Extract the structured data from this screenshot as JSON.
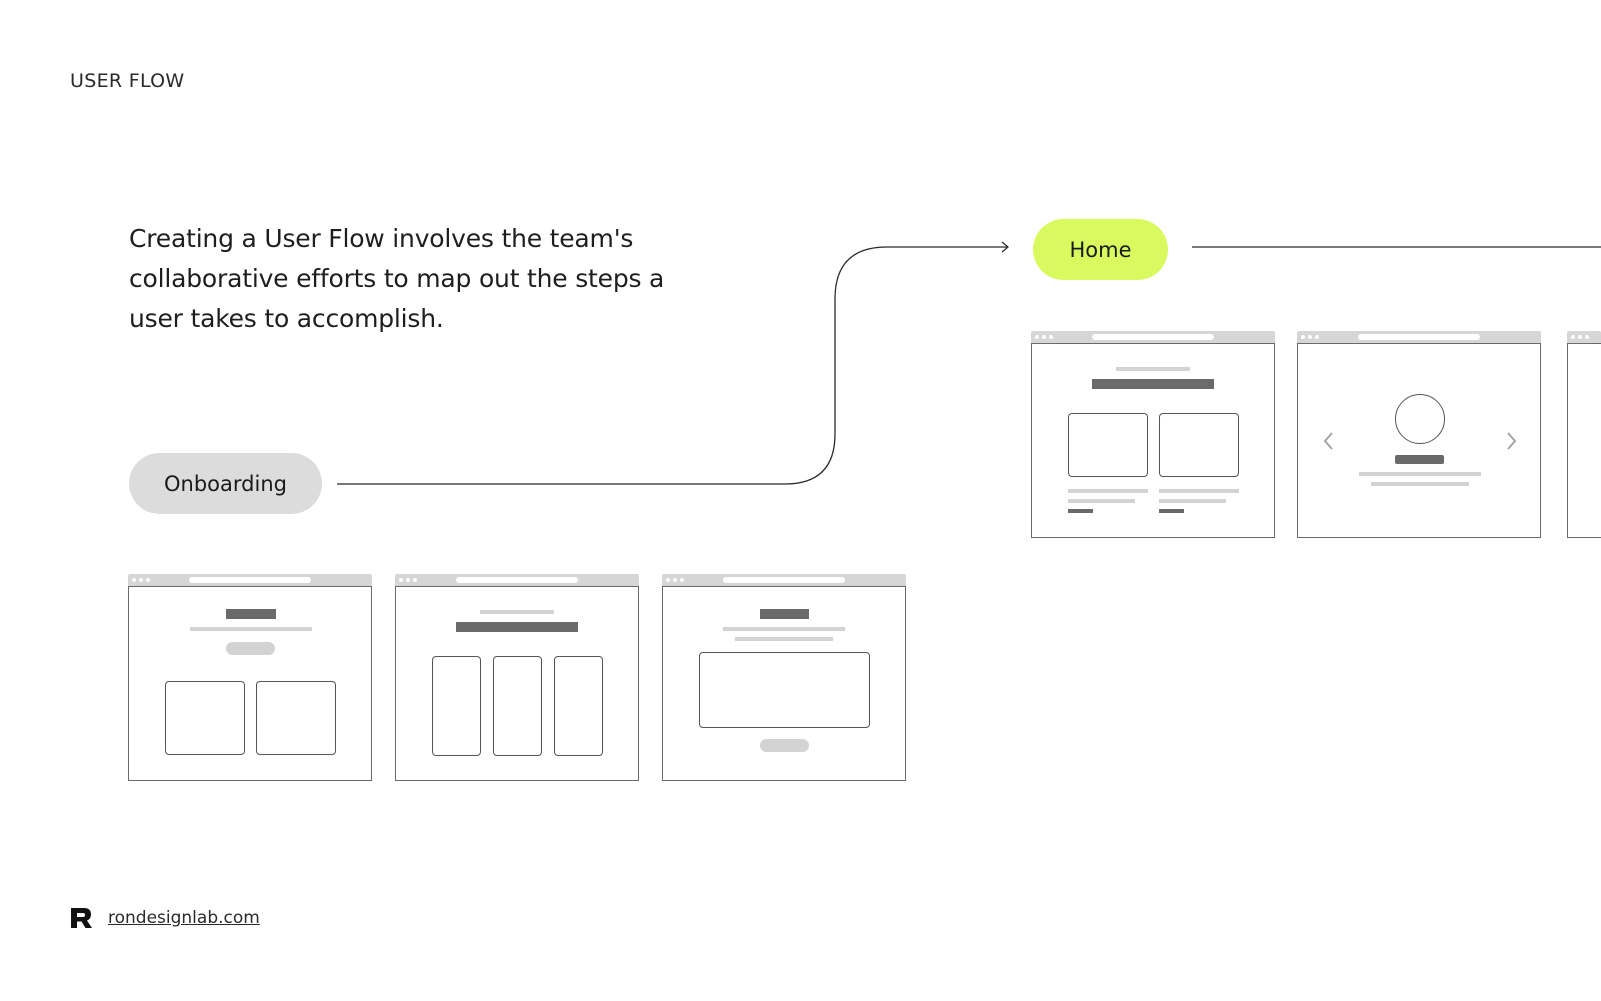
{
  "header": {
    "section_label": "USER FLOW"
  },
  "intro": {
    "text": "Creating a User Flow involves the team's collaborative efforts to map out the steps a user takes to accomplish."
  },
  "flow": {
    "steps": [
      {
        "label": "Onboarding",
        "color": "#dcdcdc"
      },
      {
        "label": "Home",
        "color": "#d8fa5e"
      }
    ]
  },
  "footer": {
    "site": "rondesignlab.com"
  }
}
